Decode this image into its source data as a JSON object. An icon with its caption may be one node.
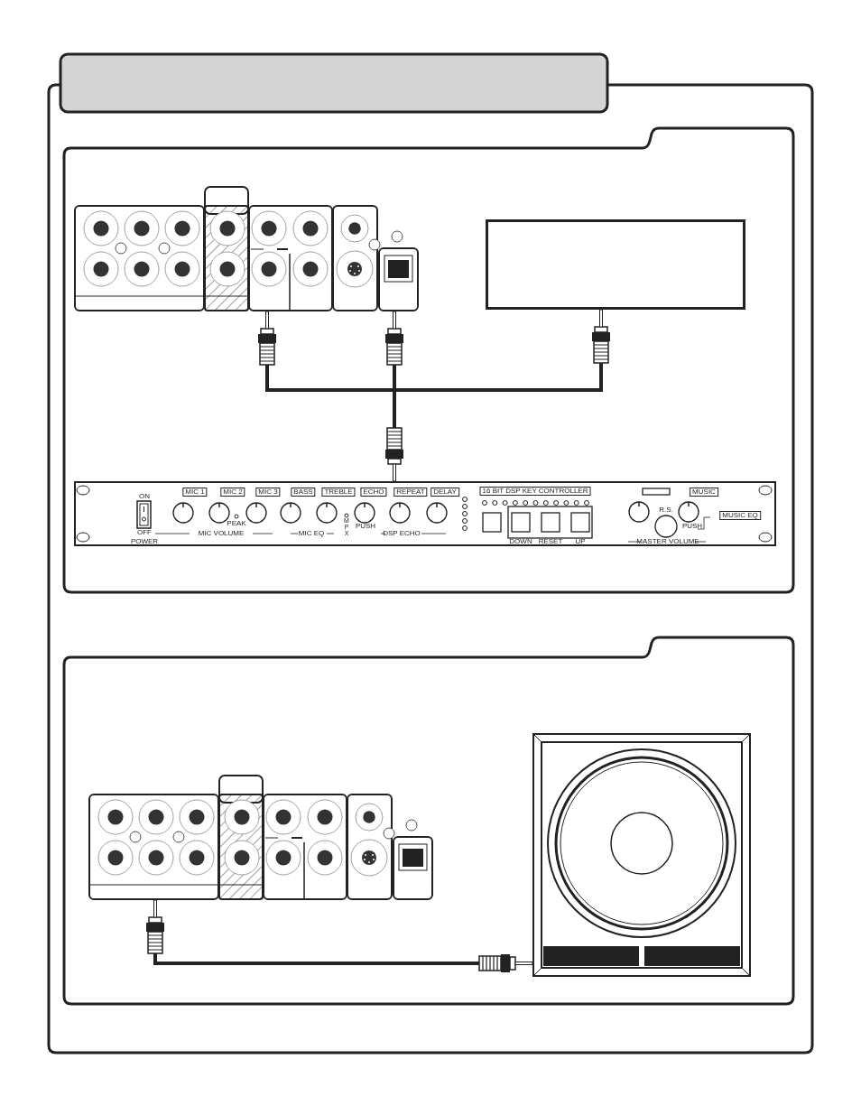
{
  "diagram": {
    "nodes": [
      {
        "text": [],
        "shape": "picture"
      },
      {
        "text": [],
        "shape": "box"
      },
      {
        "text": [
          "ON",
          "OFF",
          "POWER",
          "MIC 1",
          "MIC 2",
          "MIC 3",
          "PEAK",
          "MIC VOLUME",
          "BASS",
          "TREBLE",
          "MIC EQ",
          "MPX",
          "ECHO",
          "REPEAT",
          "PUSH",
          "DELAY",
          "DSP ECHO",
          "16 BIT DSP KEY CONTROLLER",
          "DOWN",
          "RESET",
          "UP",
          "R.S.",
          "MUSIC",
          "PUSH",
          "MUSIC EQ",
          "MASTER VOLUME"
        ]
      },
      {
        "text": [],
        "shape": "picture"
      },
      {
        "text": [],
        "shape": "picture"
      }
    ],
    "edges": [
      {
        "from": 0,
        "to": 1,
        "arrow": "other"
      },
      {
        "from": 0,
        "to": 2,
        "arrow": "other"
      },
      {
        "from": 3,
        "to": 4,
        "arrow": "other"
      }
    ]
  }
}
